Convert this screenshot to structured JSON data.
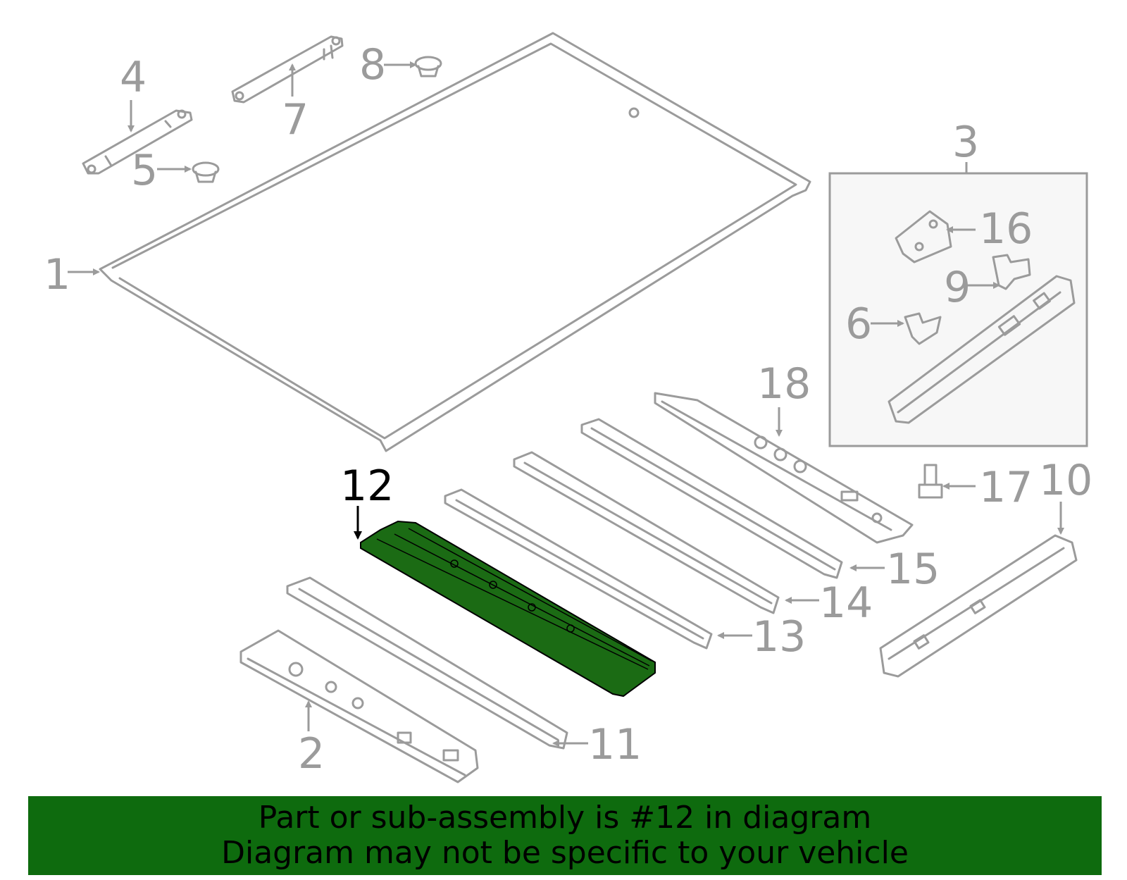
{
  "labels": {
    "l1": "1",
    "l2": "2",
    "l3": "3",
    "l4": "4",
    "l5": "5",
    "l6": "6",
    "l7": "7",
    "l8": "8",
    "l9": "9",
    "l10": "10",
    "l11": "11",
    "l12": "12",
    "l13": "13",
    "l14": "14",
    "l15": "15",
    "l16": "16",
    "l17": "17",
    "l18": "18"
  },
  "highlight": {
    "part": "12",
    "color": "#1b6b14"
  },
  "colors": {
    "linework": "#9b9b9b",
    "banner": "#0e6b0e"
  },
  "banner": {
    "line1": "Part or sub-assembly is #12 in diagram",
    "line2": "Diagram may not be specific to your vehicle"
  }
}
